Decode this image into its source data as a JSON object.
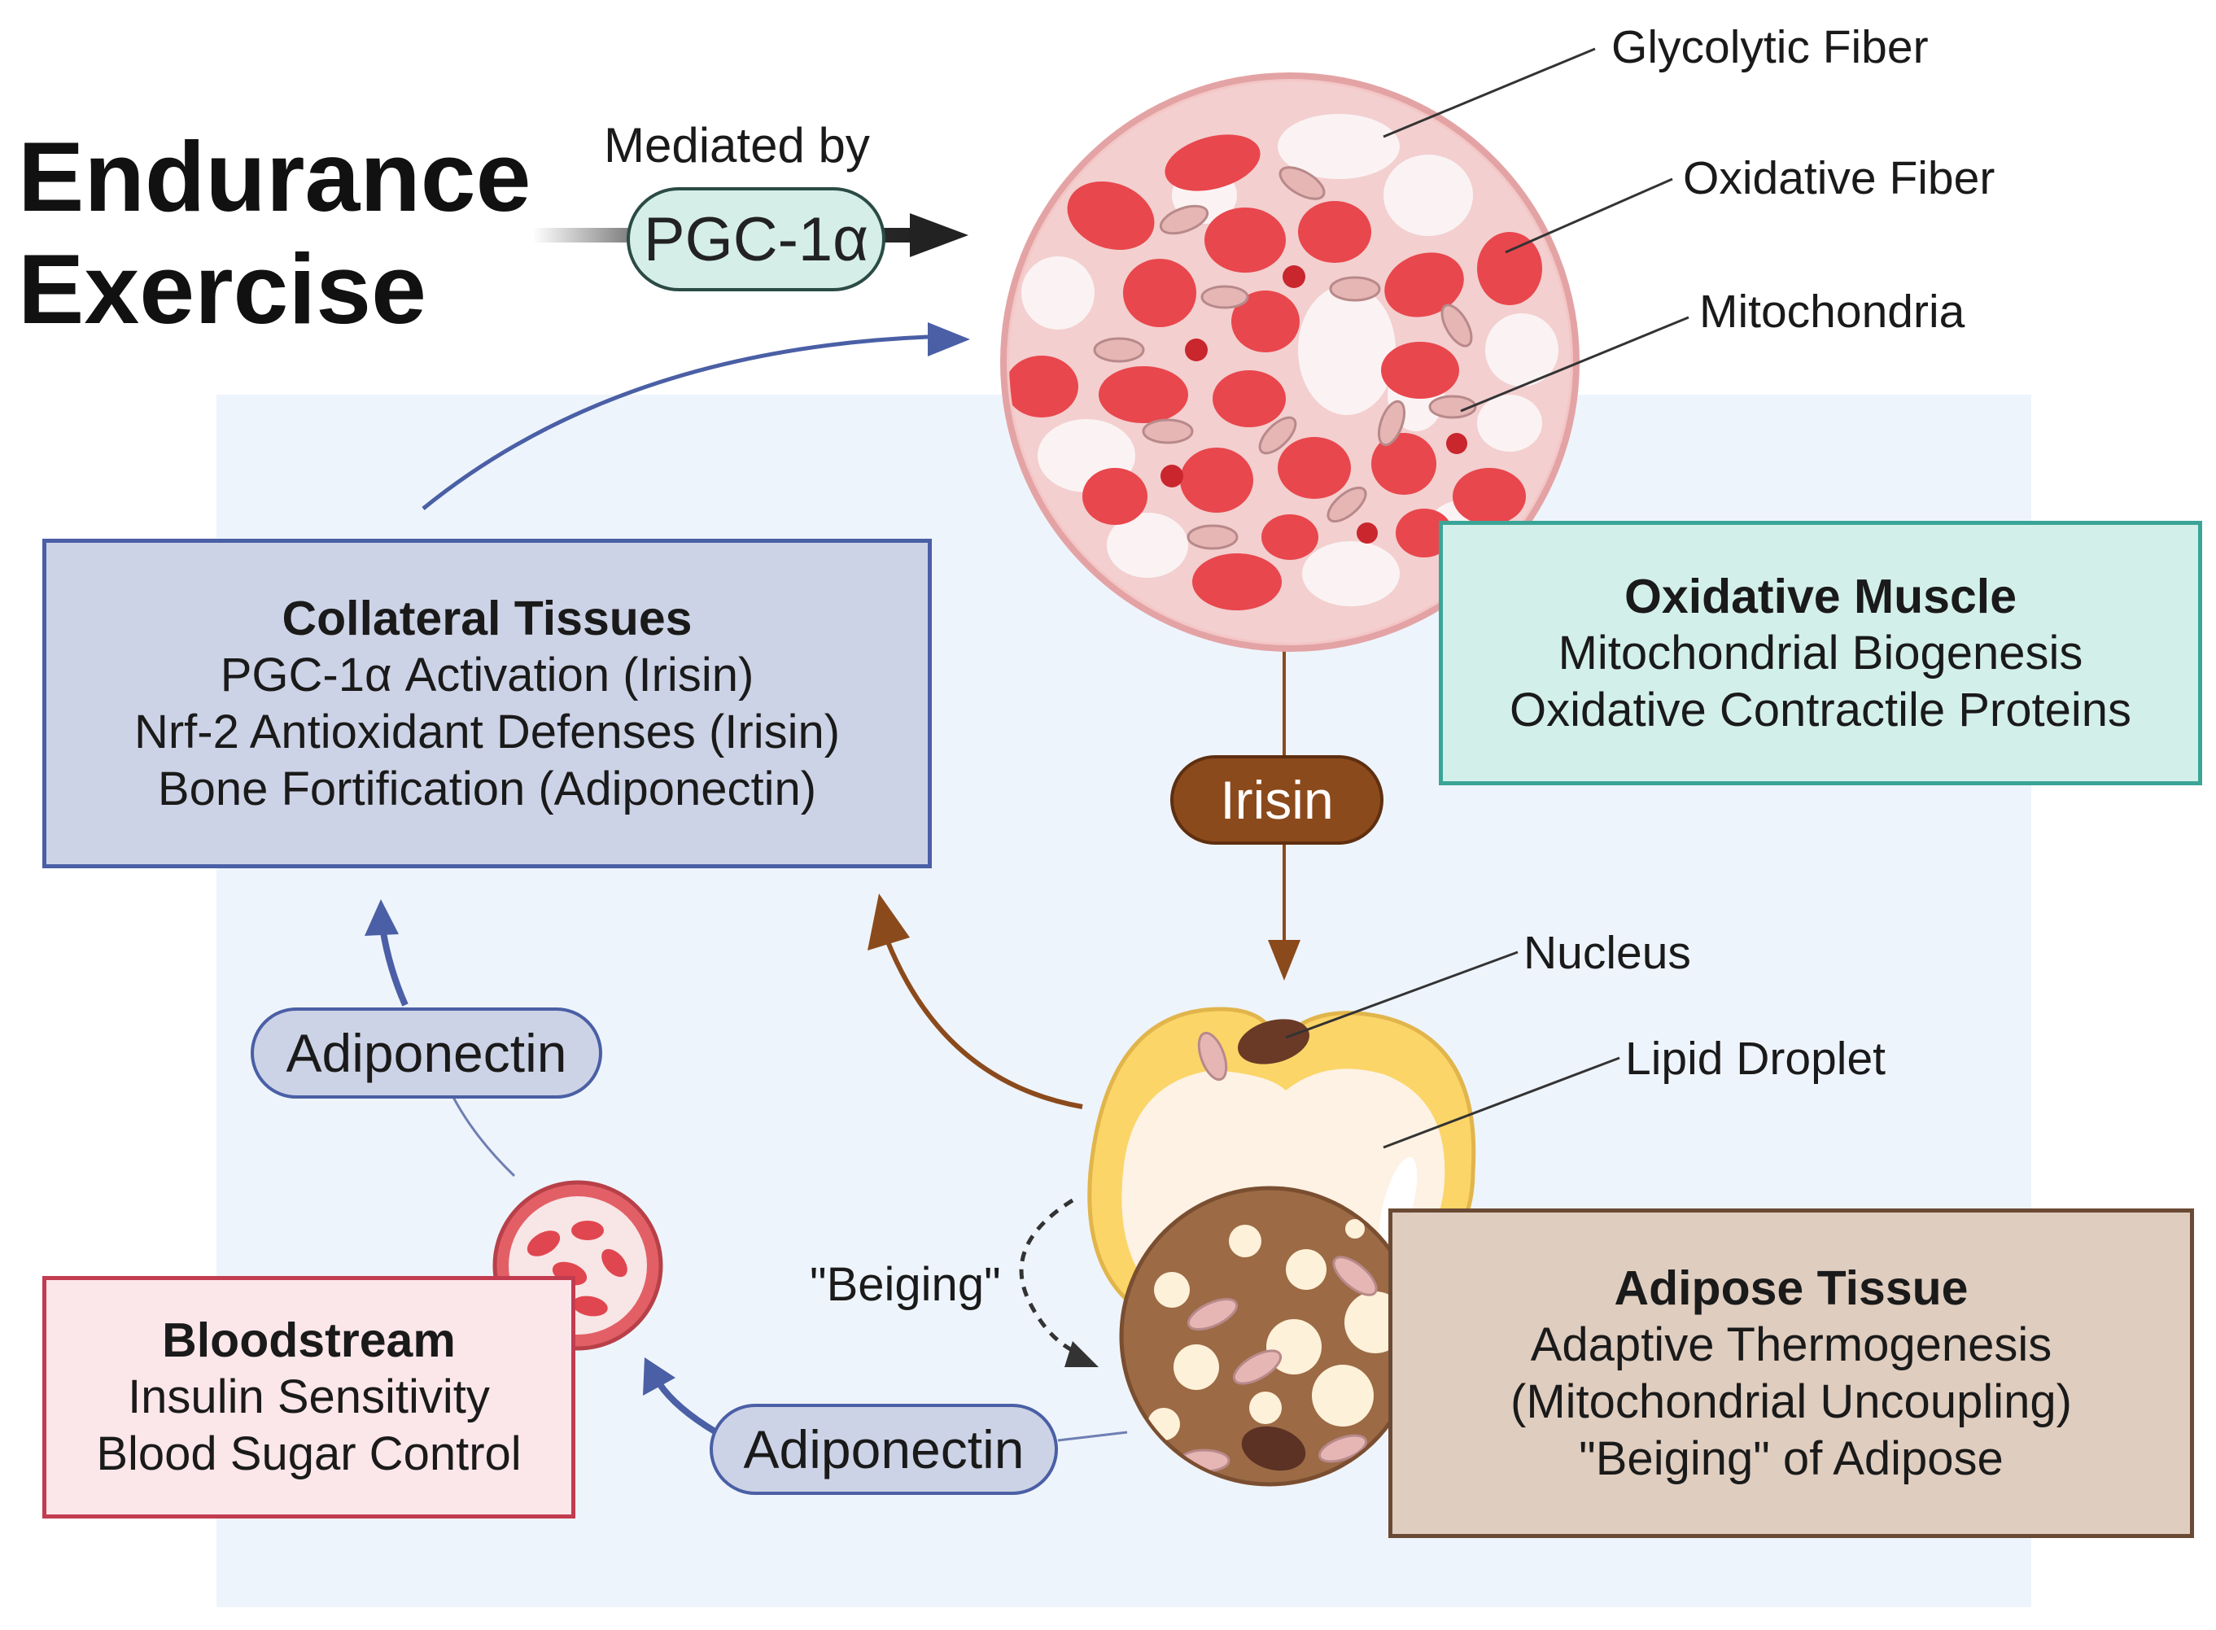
{
  "title": {
    "line1": "Endurance",
    "line2": "Exercise"
  },
  "mediated_by": "Mediated by",
  "badges": {
    "pgc": "PGC-1α",
    "irisin": "Irisin",
    "adiponectin_left": "Adiponectin",
    "adiponectin_bottom": "Adiponectin",
    "beiging": "\"Beiging\""
  },
  "muscle_labels": {
    "glycolytic": "Glycolytic Fiber",
    "oxidative": "Oxidative Fiber",
    "mitochondria": "Mitochondria"
  },
  "adipose_labels": {
    "nucleus": "Nucleus",
    "lipid": "Lipid Droplet"
  },
  "boxes": {
    "collateral": {
      "heading": "Collateral Tissues",
      "lines": [
        "PGC-1α Activation (Irisin)",
        "Nrf-2 Antioxidant Defenses (Irisin)",
        "Bone Fortification (Adiponectin)"
      ]
    },
    "oxidative_muscle": {
      "heading": "Oxidative Muscle",
      "lines": [
        "Mitochondrial Biogenesis",
        "Oxidative Contractile Proteins"
      ]
    },
    "bloodstream": {
      "heading": "Bloodstream",
      "lines": [
        "Insulin Sensitivity",
        "Blood Sugar Control"
      ]
    },
    "adipose": {
      "heading": "Adipose Tissue",
      "lines": [
        "Adaptive Thermogenesis",
        "(Mitochondrial Uncoupling)",
        "\"Beiging\" of Adipose"
      ]
    }
  },
  "colors": {
    "background_panel": "#eef4fc",
    "collateral_box": "#cdd3e6",
    "oxidative_box": "#d3efe9",
    "bloodstream_box": "#fbe6ea",
    "adipose_box": "#dfcdbf",
    "blue_arrow": "#4a5fa5",
    "brown_arrow": "#8b4a1c",
    "muscle_red": "#e8474d"
  }
}
